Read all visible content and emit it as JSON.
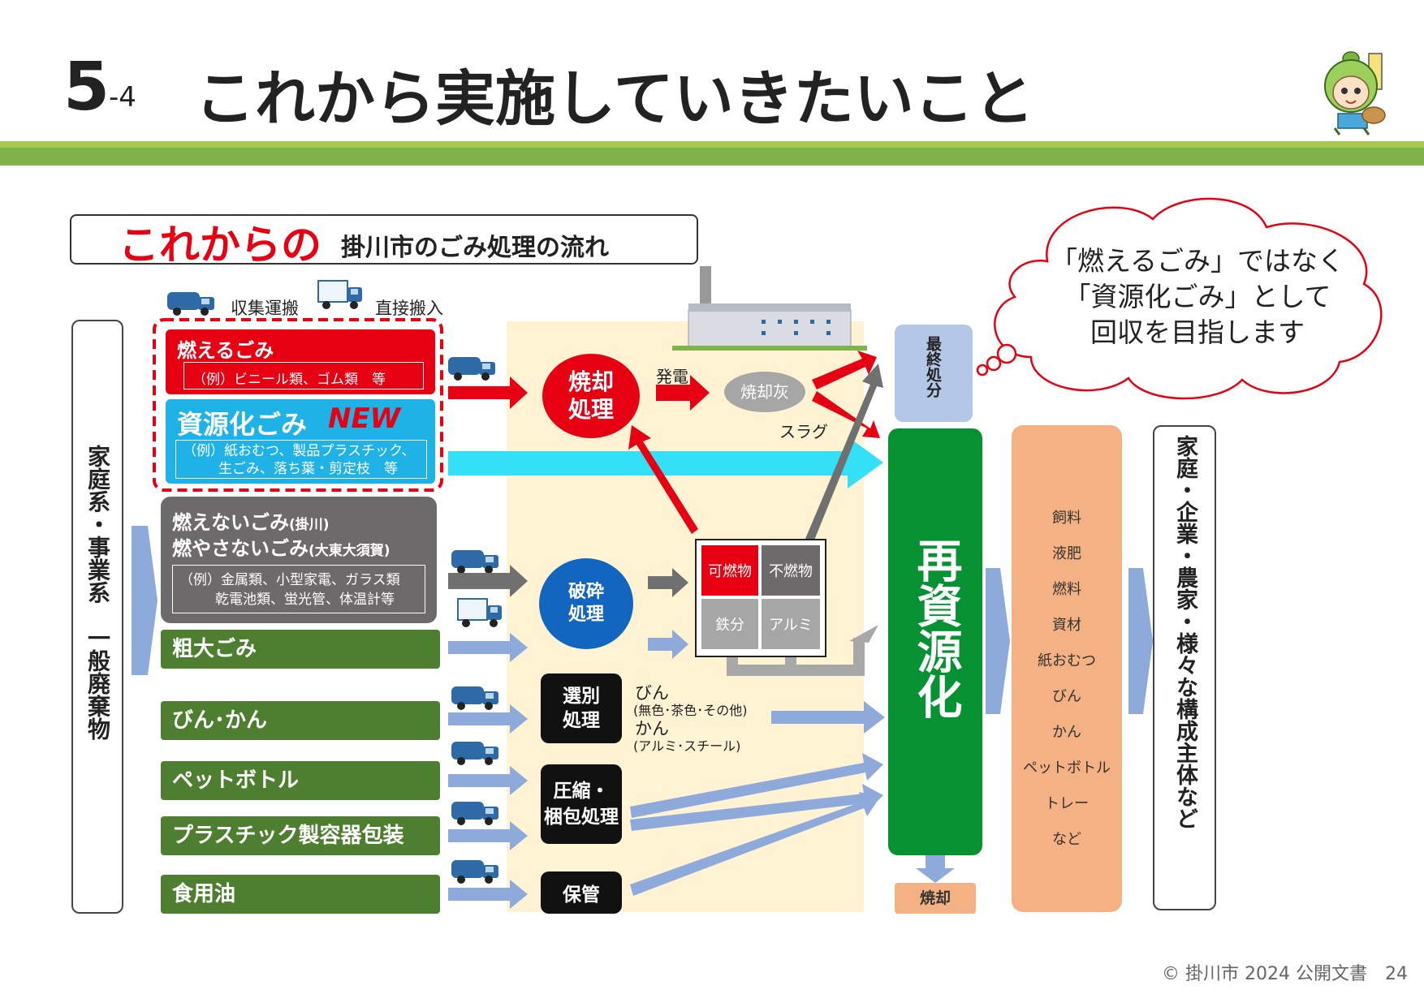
{
  "header": {
    "section_num": "5",
    "section_sub": "-4",
    "title": "これから実施していきたいこと"
  },
  "flow_title": {
    "red": "これからの",
    "rest": "掛川市のごみ処理の流れ"
  },
  "legend": {
    "collection": "収集運搬",
    "direct": "直接搬入"
  },
  "left_label": "家庭系・事業系　一般廃棄物",
  "right_label": "家庭・企業・農家・様々な構成主体など",
  "categories": {
    "burnable": {
      "name": "燃えるごみ",
      "example": "（例）ビニール類、ゴム類　等"
    },
    "resource": {
      "name": "資源化ごみ",
      "badge": "NEW",
      "example_1": "（例）紙おむつ、製品プラスチック、",
      "example_2": "生ごみ、落ち葉・剪定枝　等"
    },
    "nonburnable": {
      "name_1": "燃えないごみ",
      "note_1": "(掛川)",
      "name_2": "燃やさないごみ",
      "note_2": "(大東大須賀)",
      "example_1": "（例）金属類、小型家電、ガラス類",
      "example_2": "乾電池類、蛍光管、体温計等"
    },
    "bulky": "粗大ごみ",
    "bottles_cans": "びん･かん",
    "pet": "ペットボトル",
    "plastic_pkg": "プラスチック製容器包装",
    "cooking_oil": "食用油"
  },
  "processes": {
    "incineration": "焼却処理",
    "crushing": "破砕処理",
    "sorting": "選別処理",
    "compression_1": "圧縮・",
    "compression_2": "梱包処理",
    "storage": "保管"
  },
  "labels": {
    "power": "発電",
    "ash": "焼却灰",
    "slag": "スラグ",
    "burnable_part": "可燃物",
    "nonburnable_part": "不燃物",
    "iron": "鉄分",
    "aluminum": "アルミ",
    "bottles": "びん",
    "bottles_note": "(無色･茶色･その他)",
    "cans": "かん",
    "cans_note": "(アルミ･スチール)"
  },
  "final_disposal": "最終処分",
  "recycling": "再資源化",
  "incinerate": "焼却",
  "uses": [
    "飼料",
    "液肥",
    "燃料",
    "資材",
    "紙おむつ",
    "びん",
    "かん",
    "ペットボトル",
    "トレー",
    "など"
  ],
  "cloud": {
    "line1": "「燃えるごみ」ではなく",
    "line2": "「資源化ごみ」として",
    "line3": "回収を目指します"
  },
  "footer": "© 掛川市 2024 公開文書　24",
  "colors": {
    "accent_green": "#7fb44a",
    "burnable_red": "#e60012",
    "resource_cyan": "#1fb2e6",
    "nonburnable_gray": "#6d6a6b",
    "category_green": "#4e7f30",
    "recycle_green": "#069233",
    "uses_orange": "#f4b183",
    "arrow_blue": "#8eaadb"
  }
}
